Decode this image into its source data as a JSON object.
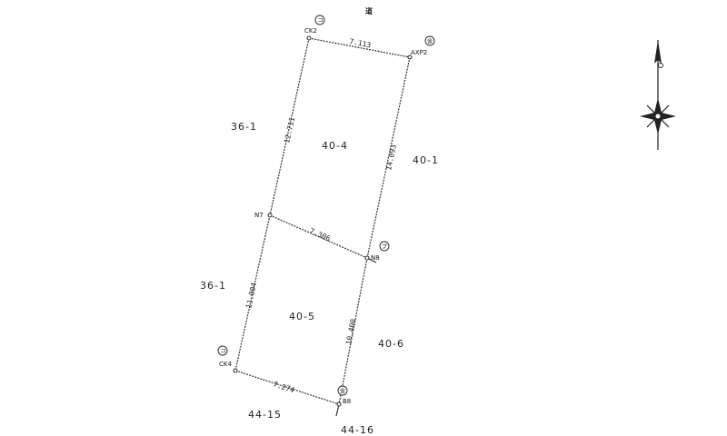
{
  "road_char": "道",
  "points": {
    "ck2": "CK2",
    "axp2": "AXP2",
    "n7": "N7",
    "n8": "N8",
    "ck4": "CK4",
    "b8": "B8"
  },
  "dimensions": {
    "top": "7.113",
    "left_upper": "12.711",
    "right_upper": "14.093",
    "middle": "7.306",
    "left_lower": "11.004",
    "right_lower": "10.400",
    "bottom": "7.274"
  },
  "parcels": {
    "lot_40_4": "40-4",
    "lot_40_5": "40-5",
    "adj_36_1_upper": "36-1",
    "adj_36_1_lower": "36-1",
    "adj_40_1": "40-1",
    "adj_40_6": "40-6",
    "adj_44_15": "44-15",
    "adj_44_16": "44-16"
  },
  "marks": {
    "ck2_mark": "コ",
    "axp2_mark": "金",
    "n8_mark": "プ",
    "ck4_mark": "コ",
    "b8_mark": "金"
  },
  "compass": {
    "icon": "north-arrow-icon"
  }
}
